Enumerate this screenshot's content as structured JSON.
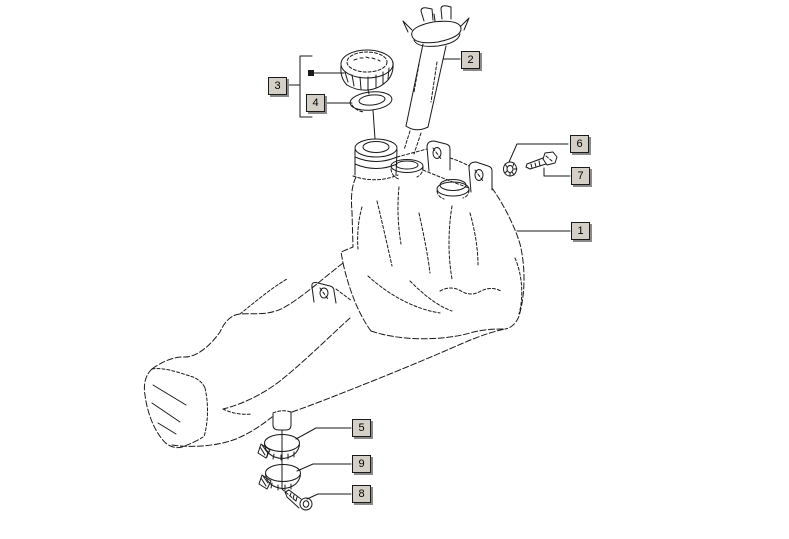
{
  "page": {
    "background_color": "#ffffff",
    "kind": "exploded-parts-diagram",
    "subject": "fuel-tank-assembly"
  },
  "style": {
    "line_color": "#1a1a1a",
    "callout_fill": "#d4d0c8",
    "callout_border": "#1a1a1a",
    "callout_shadow": "#8a8a8a",
    "callout_text_color": "#000000"
  },
  "callouts": [
    {
      "id": "1",
      "part": "fuel-tank-body"
    },
    {
      "id": "2",
      "part": "filler-tube"
    },
    {
      "id": "3",
      "part": "fuel-cap-assembly"
    },
    {
      "id": "4",
      "part": "cap-gasket"
    },
    {
      "id": "5",
      "part": "hose-clamp-upper"
    },
    {
      "id": "6",
      "part": "lock-washer"
    },
    {
      "id": "7",
      "part": "mounting-screw"
    },
    {
      "id": "8",
      "part": "outlet-bolt"
    },
    {
      "id": "9",
      "part": "hose-clamp-lower"
    }
  ]
}
